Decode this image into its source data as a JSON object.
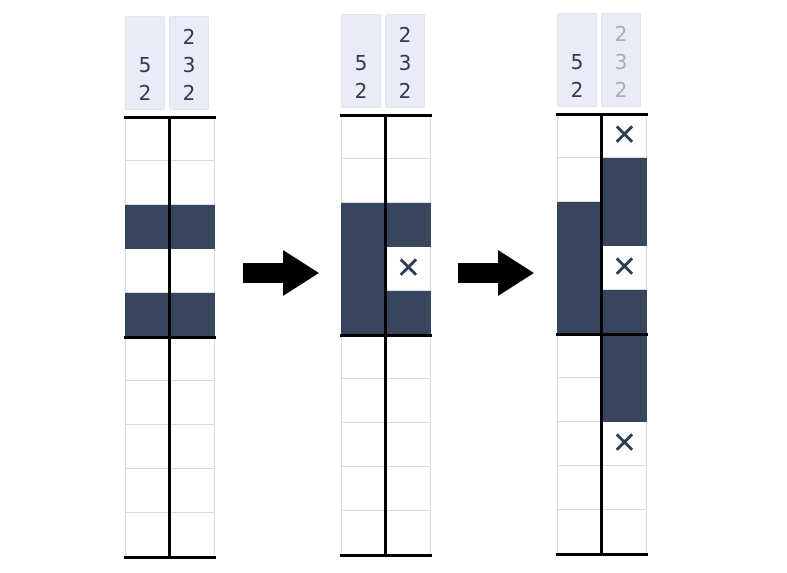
{
  "clues": {
    "col0": [
      "5",
      "2"
    ],
    "col1": [
      "2",
      "3",
      "2"
    ]
  },
  "symbols": {
    "cross": "✕"
  },
  "colors": {
    "filled": "#37465e",
    "clue_bg": "#e9ecf6",
    "clue_text": "#2e3a50",
    "clue_dim": "#a7aeb8"
  },
  "rows": 10,
  "panels": [
    {
      "col0": [
        "empty",
        "empty",
        "filled",
        "empty",
        "filled",
        "empty",
        "empty",
        "empty",
        "empty",
        "empty"
      ],
      "col1": [
        "empty",
        "empty",
        "filled",
        "empty",
        "filled",
        "empty",
        "empty",
        "empty",
        "empty",
        "empty"
      ],
      "col1_clue_dimmed": false
    },
    {
      "col0": [
        "empty",
        "empty",
        "filled",
        "filled",
        "filled",
        "empty",
        "empty",
        "empty",
        "empty",
        "empty"
      ],
      "col1": [
        "empty",
        "empty",
        "filled",
        "cross",
        "filled",
        "empty",
        "empty",
        "empty",
        "empty",
        "empty"
      ],
      "col1_clue_dimmed": false
    },
    {
      "col0": [
        "empty",
        "empty",
        "filled",
        "filled",
        "filled",
        "empty",
        "empty",
        "empty",
        "empty",
        "empty"
      ],
      "col1": [
        "cross",
        "filled",
        "filled",
        "cross",
        "filled",
        "filled",
        "filled",
        "cross",
        "empty",
        "empty"
      ],
      "col1_clue_dimmed": true
    }
  ]
}
